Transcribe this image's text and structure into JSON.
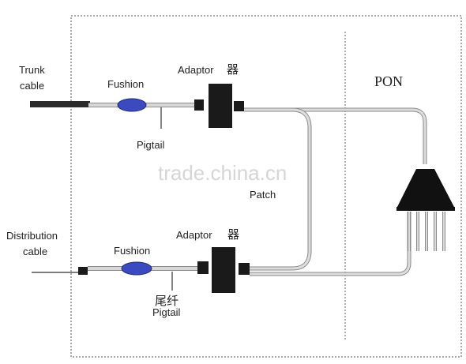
{
  "labels": {
    "trunk_line1": "Trunk",
    "trunk_line2": "cable",
    "fushion_top": "Fushion",
    "pigtail_top": "Pigtail",
    "adaptor_top": "Adaptor",
    "adaptor_top_cjk": "器",
    "pon": "PON",
    "patch": "Patch",
    "distribution_line1": "Distribution",
    "distribution_line2": "cable",
    "fushion_bottom": "Fushion",
    "adaptor_bottom": "Adaptor",
    "adaptor_bottom_cjk": "器",
    "pigtail_bottom": "Pigtail",
    "pigtail_bottom_fragment": "尾纤"
  },
  "watermark": "trade.china.cn",
  "colors": {
    "fiber": "#cfcfcf",
    "fiber_edge": "#8a8a8a",
    "connector": "#1a1a1a",
    "fusion": "#3b4bbf",
    "frame": "#555555",
    "trunk_cable": "#2b2b2b"
  }
}
